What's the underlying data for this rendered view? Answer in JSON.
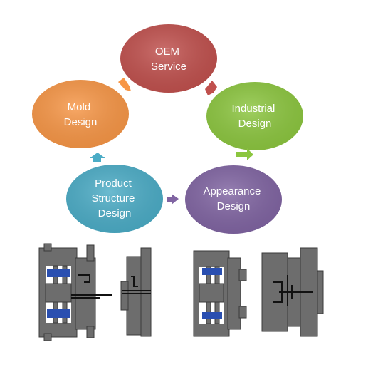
{
  "diagram": {
    "nodes": [
      {
        "id": "oem",
        "lines": [
          "OEM",
          "Service"
        ],
        "color": "#c0504d"
      },
      {
        "id": "industrial",
        "lines": [
          "Industrial",
          "Design"
        ],
        "color": "#8cc63f"
      },
      {
        "id": "appearance",
        "lines": [
          "Appearance",
          "Design"
        ],
        "color": "#8064a2"
      },
      {
        "id": "product",
        "lines": [
          "Product",
          "Structure",
          "Design"
        ],
        "color": "#4bacc6"
      },
      {
        "id": "mold",
        "lines": [
          "Mold",
          "Design"
        ],
        "color": "#f79646"
      }
    ],
    "arrow_colors": {
      "oem_to_industrial": "#c0504d",
      "industrial_to_appearance": "#8cc63f",
      "appearance_to_product": "#8064a2",
      "product_to_mold": "#4bacc6",
      "mold_to_oem": "#f79646"
    },
    "mold_drawings": {
      "body_color": "#6d6d6d",
      "spring_color": "#2a4fb0",
      "detail_color": "#111111"
    }
  }
}
